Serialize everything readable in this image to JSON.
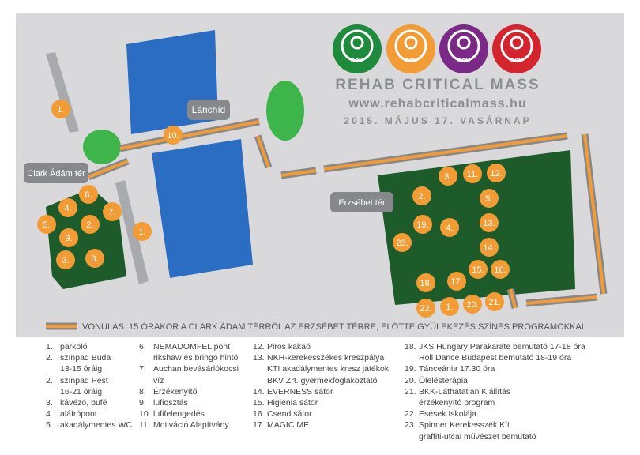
{
  "event": {
    "title": "REHAB CRITICAL MASS",
    "url": "www.rehabcriticalmass.hu",
    "date": "2015. MÁJUS 17. VASÁRNAP",
    "logo_text": "RCM",
    "logo_colors": [
      "#1d8a3c",
      "#f39b35",
      "#7a2a86",
      "#d4242d"
    ]
  },
  "places": {
    "lanchid": "Lánchíd",
    "clark": "Clark Ádám tér",
    "erzsebet": "Erzsébet tér"
  },
  "route_caption": "VONULÁS: 15 ÓRAKOR A CLARK ÁDÁM TÉRRŐL AZ ERZSÉBET TÉRRE, ELŐTTE GYÜLEKEZÉS SZÍNES PROGRAMOKKAL",
  "colors": {
    "background": "#d9d9dc",
    "park": "#1e5b2a",
    "park_light": "#3db54a",
    "river": "#2a6dc2",
    "marker": "#f39b35",
    "route": "#f39b35",
    "road": "#a9aaad",
    "label_box": "#87888b"
  },
  "markers": {
    "m1": "1.",
    "m2": "2.",
    "m3": "3.",
    "m4": "4.",
    "m5": "5.",
    "m6": "6.",
    "m7": "7.",
    "m8": "8.",
    "m9": "9.",
    "m10": "10.",
    "m11": "11.",
    "m12": "12.",
    "m13": "13.",
    "m14": "14.",
    "m15": "15.",
    "m16": "16.",
    "m17": "17.",
    "m18": "18.",
    "m19": "19.",
    "m20": "20.",
    "m21": "21.",
    "m22": "22.",
    "m23": "23."
  },
  "legend": {
    "l1": {
      "num": "1.",
      "text": "parkoló"
    },
    "l2": {
      "num": "2.",
      "text": "színpad Buda",
      "sub": "13-15 óráig"
    },
    "l2b": {
      "num": "2.",
      "text": "színpad Pest",
      "sub": "16-21 óráig"
    },
    "l3": {
      "num": "3.",
      "text": "kávézó, büfé"
    },
    "l4": {
      "num": "4.",
      "text": "aláírópont"
    },
    "l5": {
      "num": "5.",
      "text": "akadálymentes WC"
    },
    "l6": {
      "num": "6.",
      "text": "NEMADOMFEL pont",
      "sub": "rikshaw és bringó hintó"
    },
    "l7": {
      "num": "7.",
      "text": "Auchan bevásárlókocsi",
      "sub": "víz"
    },
    "l8": {
      "num": "8.",
      "text": "Érzékenyítő"
    },
    "l9": {
      "num": "9.",
      "text": "lufiosztás"
    },
    "l10": {
      "num": "10.",
      "text": "lufifelengedés"
    },
    "l11": {
      "num": "11.",
      "text": "Motiváció Alapítvány"
    },
    "l12": {
      "num": "12.",
      "text": "Piros kakaó"
    },
    "l13": {
      "num": "13.",
      "text": "NKH-kerekesszékes kreszpálya",
      "sub": "KTI akadálymentes kresz játékok",
      "sub2": "BKV Zrt. gyermekfoglakoztató"
    },
    "l14": {
      "num": "14.",
      "text": "EVERNESS sátor"
    },
    "l15": {
      "num": "15.",
      "text": "Higiénia sátor"
    },
    "l16": {
      "num": "16.",
      "text": "Csend sátor"
    },
    "l17": {
      "num": "17.",
      "text": "MAGIC ME"
    },
    "l18": {
      "num": "18.",
      "text": "JKS Hungary Parakarate bemutató 17-18 óra",
      "sub": "Roll Dance Budapest bemutató 18-19 óra"
    },
    "l19": {
      "num": "19.",
      "text": "Tánceánia 17.30 óra"
    },
    "l20": {
      "num": "20.",
      "text": "Ölelésterápia"
    },
    "l21": {
      "num": "21.",
      "text": "BKK-Láthatatlan Kiállítás",
      "sub": "érzékenyítő program"
    },
    "l22": {
      "num": "22.",
      "text": "Esések Iskolája"
    },
    "l23": {
      "num": "23.",
      "text": "Spinner Kerekesszék Kft",
      "sub": "graffiti-utcai művészet bemutató"
    }
  }
}
